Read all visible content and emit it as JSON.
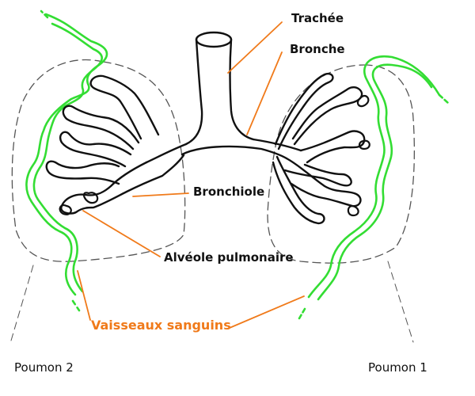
{
  "labels": {
    "trachea": "Trachée",
    "bronchus": "Bronche",
    "bronchiole": "Bronchiole",
    "alveolus": "Alvéole pulmonaire",
    "vessels": "Vaisseaux sanguins",
    "lung_left": "Poumon 2",
    "lung_right": "Poumon 1"
  },
  "colors": {
    "airway": "#111111",
    "vessel": "#33dd33",
    "leader": "#f07a1a",
    "vessel_label": "#f07a1a",
    "lung_outline": "#555555"
  }
}
